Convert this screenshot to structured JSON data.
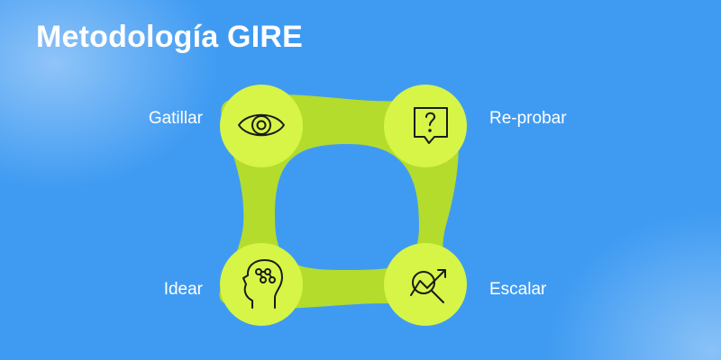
{
  "title": "Metodología GIRE",
  "colors": {
    "background": "#3f9bf2",
    "ring": "#b3dc2d",
    "node": "#d6f547",
    "icon_stroke": "#1b1b1b",
    "text": "#ffffff"
  },
  "steps": [
    {
      "label": "Gatillar",
      "icon": "eye-icon"
    },
    {
      "label": "Re-probar",
      "icon": "question-bubble-icon"
    },
    {
      "label": "Idear",
      "icon": "head-brain-icon"
    },
    {
      "label": "Escalar",
      "icon": "magnifier-growth-icon"
    }
  ]
}
